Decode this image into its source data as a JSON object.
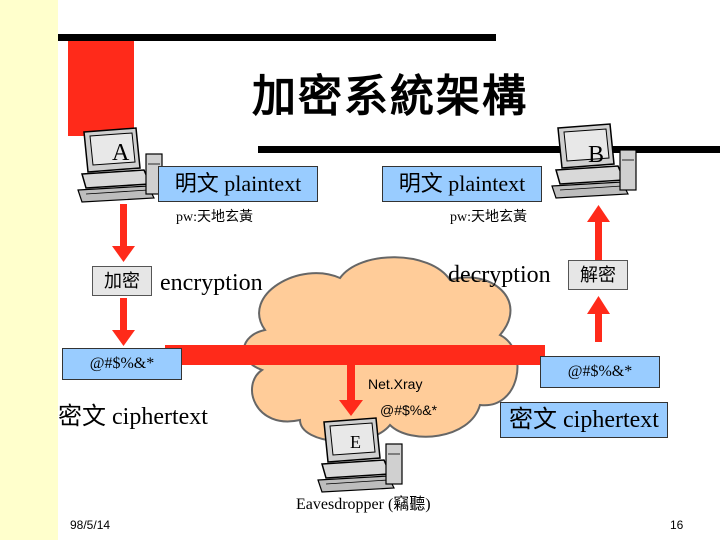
{
  "title": "加密系統架構",
  "nodes": {
    "a_label": "A",
    "b_label": "B",
    "e_label": "E"
  },
  "plaintext_left": "明文 plaintext",
  "plaintext_right": "明文 plaintext",
  "pw_left": "pw:天地玄黃",
  "pw_right": "pw:天地玄黃",
  "encrypt_box": "加密",
  "encrypt_label": "encryption",
  "decrypt_box": "解密",
  "decrypt_label": "decryption",
  "cipher_symbols_left": "@#$%&*",
  "cipher_symbols_right": "@#$%&*",
  "ciphertext_left": "密文 ciphertext",
  "ciphertext_right": "密文 ciphertext",
  "netxray_label": "Net.Xray",
  "netxray_symbols": "@#$%&*",
  "eavesdropper_label": "Eavesdropper (竊聽)",
  "footer": {
    "date": "98/5/14",
    "page": "16"
  },
  "colors": {
    "accent_red": "#ff2a1a",
    "box_blue": "#99ccff",
    "box_gray": "#e6e6e6",
    "cloud": "#ffcc99",
    "strip_yellow": "#ffffcc"
  },
  "icons": [
    "computer-icon"
  ]
}
